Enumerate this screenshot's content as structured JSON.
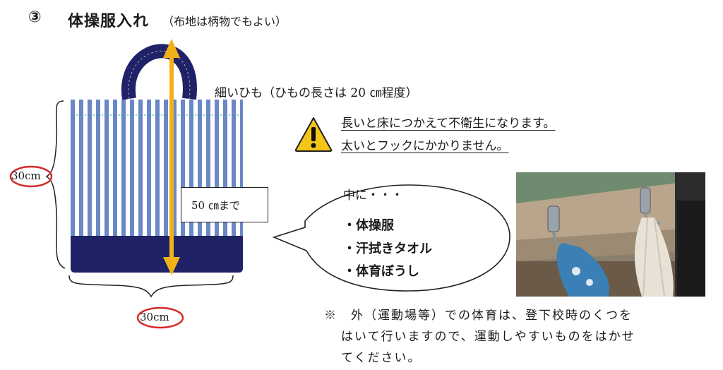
{
  "title": {
    "number": "③",
    "main": "体操服入れ",
    "note": "（布地は柄物でもよい）"
  },
  "string_length_label": "細いひも（ひもの長さは 20 ㎝程度）",
  "warning": {
    "icon": "warning-triangle-icon",
    "line1": "長いと床につかえて不衛生になります。",
    "line2": "太いとフックにかかりません。"
  },
  "bag": {
    "length_box": "50 ㎝まで",
    "side_dimension": "30cm",
    "bottom_dimension": "30cm",
    "stripe_color": "#6a87c8",
    "navy_color": "#1f2266",
    "arrow_color": "#f1b217"
  },
  "bubble": {
    "header": "中に・・・",
    "items": [
      "・体操服",
      "・汗拭きタオル",
      "・体育ぼうし"
    ]
  },
  "note": {
    "lines": [
      "※　外（運動場等）での体育は、登下校時のくつを",
      "はいて行いますので、運動しやすいものをはかせ",
      "てください。"
    ]
  }
}
